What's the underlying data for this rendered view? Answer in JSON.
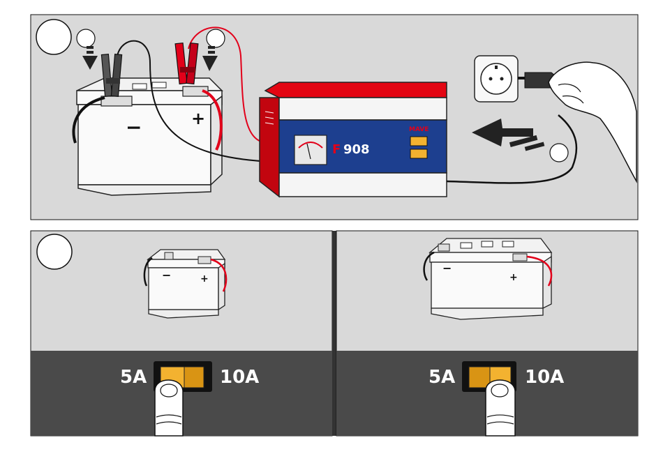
{
  "top_panel": {
    "charger": {
      "model": "F-908",
      "model_prefix": "F",
      "model_suffix": "908",
      "brand": "MAVE"
    },
    "battery_minus": "−",
    "battery_plus": "+"
  },
  "bottom_left": {
    "label_low": "5A",
    "label_high": "10A",
    "battery_minus": "−",
    "battery_plus": "+"
  },
  "bottom_right": {
    "label_low": "5A",
    "label_high": "10A",
    "battery_minus": "−",
    "battery_plus": "+"
  },
  "colors": {
    "panel_bg": "#d9d9d9",
    "switch_strip": "#4a4a4a",
    "charger_red": "#e30613",
    "charger_blue": "#1d3f8f",
    "switch_amber": "#f3b230",
    "clamp_red": "#e2001a",
    "wire_red": "#e2001a",
    "wire_black": "#111111"
  }
}
